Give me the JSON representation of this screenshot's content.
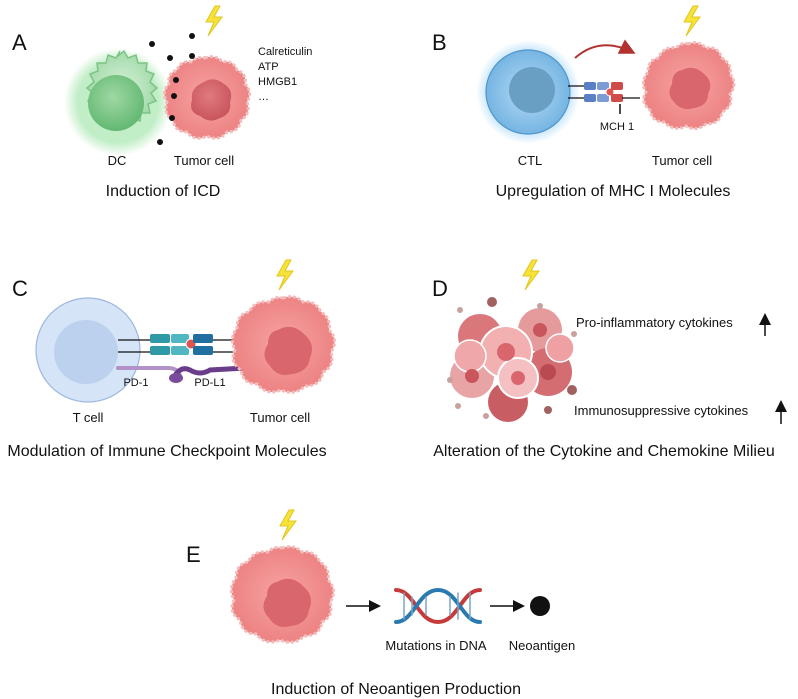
{
  "panels": {
    "a": {
      "letter": "A",
      "caption": "Induction of ICD",
      "label_dc": "DC",
      "label_tumor": "Tumor cell",
      "signals": [
        "Calreticulin",
        "ATP",
        "HMGB1",
        "…"
      ]
    },
    "b": {
      "letter": "B",
      "caption": "Upregulation of MHC I Molecules",
      "label_ctl": "CTL",
      "label_mch": "MCH 1",
      "label_tumor": "Tumor cell"
    },
    "c": {
      "letter": "C",
      "caption": "Modulation of Immune Checkpoint Molecules",
      "label_tcell": "T cell",
      "label_pd1": "PD-1",
      "label_pdl1": "PD-L1",
      "label_tumor": "Tumor cell"
    },
    "d": {
      "letter": "D",
      "caption": "Alteration of the Cytokine and Chemokine Milieu",
      "label_pro": "Pro-inflammatory cytokines",
      "label_immuno": "Immunosuppressive cytokines"
    },
    "e": {
      "letter": "E",
      "caption": "Induction of Neoantigen Production",
      "label_dna": "Mutations in DNA",
      "label_neo": "Neoantigen"
    }
  },
  "colors": {
    "tumor_fill": "#f08d8d",
    "tumor_nucleus": "#d9666c",
    "dc_green": "#8fd39b",
    "ctl_blue": "#8ec3ea",
    "tcell_blue": "#cfe0f6",
    "lightning": "#f7e23a",
    "tcr_teal": "#2f9aa6",
    "pd_purple": "#8e5aa8",
    "dna_red": "#c63a3a",
    "dna_blue": "#2a7ab0"
  }
}
